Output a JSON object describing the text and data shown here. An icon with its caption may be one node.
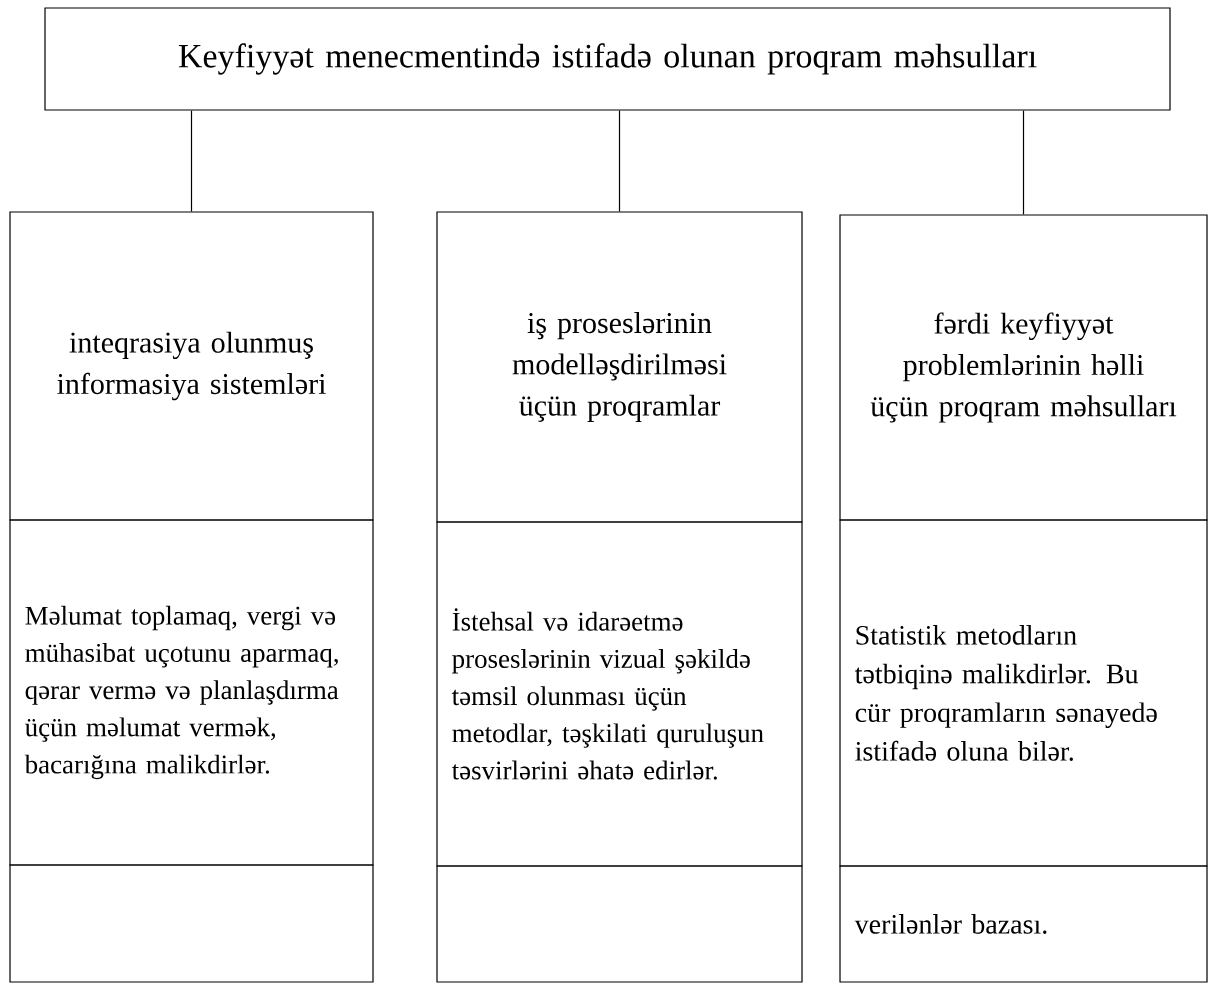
{
  "diagram": {
    "nodes": [
      {
        "text": [
          "Keyfiyyət menecmentində istifadə olunan proqram məhsulları"
        ]
      },
      {
        "text": [
          "inteqrasiya olunmuş informasiya sistemləri"
        ]
      },
      {
        "text": [
          "Məlumat toplamaq, vergi və mühasibat uçotunu aparmaq, qərar vermə və planlaşdırma üçün məlumat vermək, bacarığına malikdirlər."
        ]
      },
      {
        "text": [],
        "shape": "box"
      },
      {
        "text": [
          "iş proseslərinin modelləşdirilməsi üçün proqramlar"
        ]
      },
      {
        "text": [
          "İstehsal və idarəetmə proseslərinin vizual şəkildə təmsil olunması üçün metodlar, təşkilati quruluşun təsvirlərini əhatə edirlər."
        ]
      },
      {
        "text": [],
        "shape": "box"
      },
      {
        "text": [
          "fərdi keyfiyyət problemlərinin həlli üçün proqram məhsulları"
        ]
      },
      {
        "text": [
          "Statistik metodların tətbiqinə malikdirlər. Bu cür proqramların sənayedə istifadə oluna bilər."
        ]
      },
      {
        "text": [
          "verilənlər bazası."
        ]
      }
    ],
    "edges": [
      {
        "from": 0,
        "to": 1,
        "arrow": "none"
      },
      {
        "from": 0,
        "to": 4,
        "arrow": "none"
      },
      {
        "from": 0,
        "to": 7,
        "arrow": "none"
      }
    ]
  }
}
